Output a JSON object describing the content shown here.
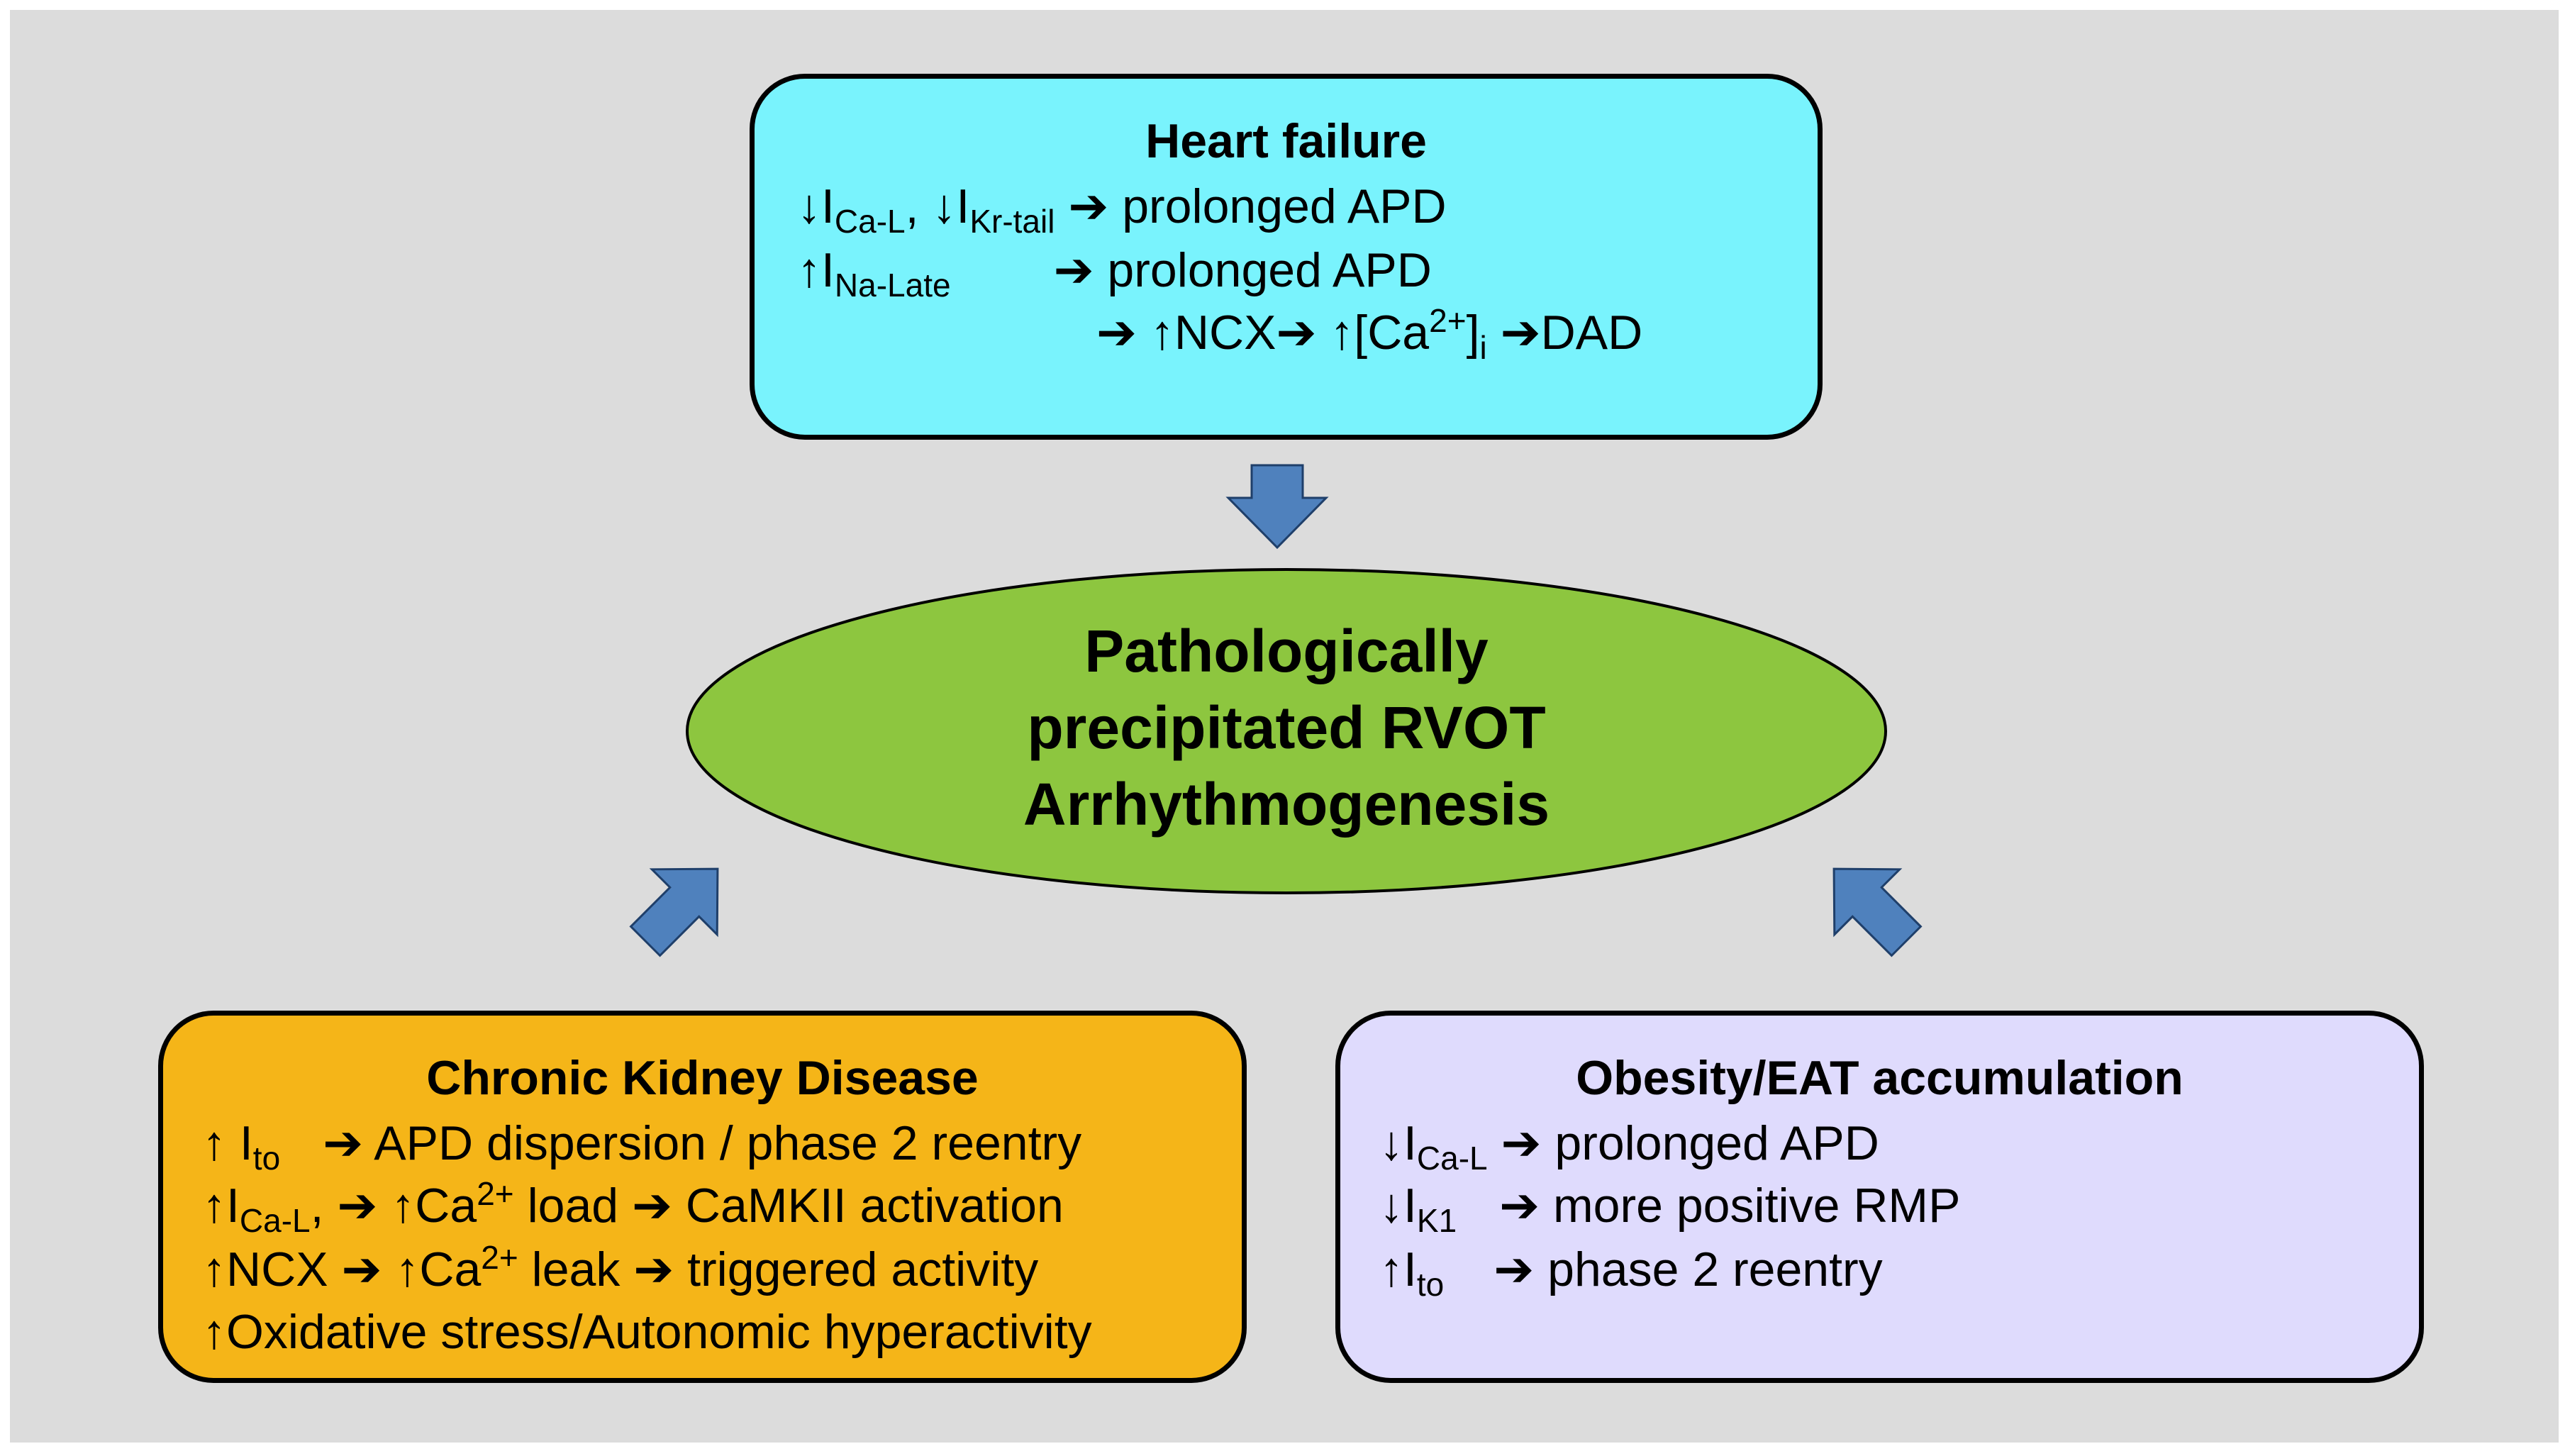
{
  "heart_failure": {
    "title": "Heart failure",
    "lines": [
      {
        "p1": "↓I",
        "s1": "Ca-L",
        "p2": ", ↓I",
        "s2": "Kr-tail",
        "p3": " ➔ prolonged APD"
      },
      {
        "p1": "↑I",
        "s1": "Na-Late",
        "p2": "➔ prolonged APD"
      },
      {
        "p1": "➔ ↑NCX➔ ↑[Ca",
        "sup": "2+",
        "p2": "]",
        "sub": "i",
        "p3": " ➔DAD"
      }
    ]
  },
  "center": {
    "lines": [
      "Pathologically",
      "precipitated RVOT",
      "Arrhythmogenesis"
    ]
  },
  "ckd": {
    "title": "Chronic Kidney Disease",
    "lines": [
      {
        "p1": "↑ I",
        "s1": "to",
        "p2": "➔ APD dispersion / phase 2 reentry"
      },
      {
        "p1": "↑I",
        "s1": "Ca-L",
        "p2": ", ➔ ↑Ca",
        "sup": "2+",
        "p3": " load ➔ CaMKII activation"
      },
      {
        "p1": "↑NCX ➔ ↑Ca",
        "sup": "2+",
        "p2": " leak ➔ triggered activity"
      },
      {
        "p1": "↑Oxidative stress/Autonomic hyperactivity"
      }
    ]
  },
  "obesity": {
    "title": "Obesity/EAT accumulation",
    "lines": [
      {
        "p1": "↓I",
        "s1": "Ca-L",
        "p2": " ➔ prolonged APD"
      },
      {
        "p1": "↓I",
        "s1": "K1",
        "p2": "➔ more positive RMP"
      },
      {
        "p1": "↑I",
        "s1": "to",
        "p2": "➔ phase 2 reentry"
      }
    ]
  },
  "colors": {
    "background": "#dcdcdc",
    "heart_failure_box": "#79f3fd",
    "ckd_box": "#f5b518",
    "obesity_box": "#dfdbfd",
    "ellipse": "#8dc63f",
    "arrows": "#4f81bd"
  }
}
